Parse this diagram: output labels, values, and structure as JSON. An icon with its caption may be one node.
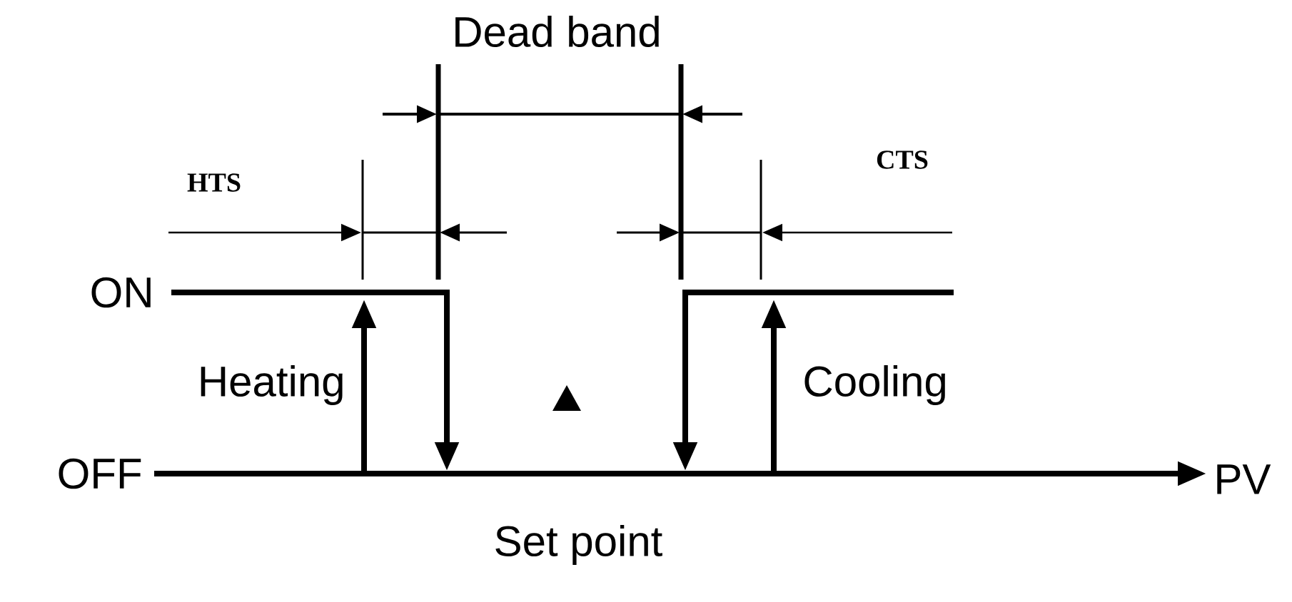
{
  "diagram": {
    "labels": [
      "Dead band",
      "HTS",
      "CTS",
      "ON",
      "Heating",
      "Cooling",
      "OFF",
      "PV",
      "Set point"
    ]
  }
}
